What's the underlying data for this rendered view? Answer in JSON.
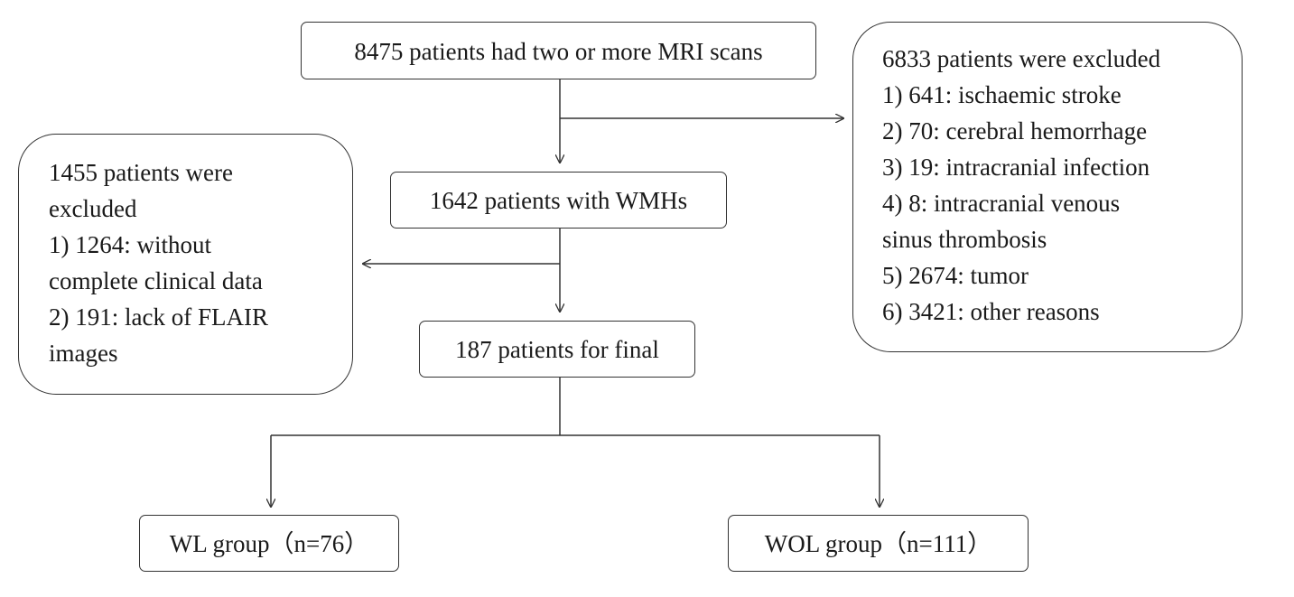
{
  "flowchart": {
    "start": "8475 patients had two or more MRI scans",
    "wmh": "1642 patients with WMHs",
    "final": "187 patients for final",
    "wl_group": "WL group（n=76）",
    "wol_group": "WOL group（n=111）",
    "exclusion_first": {
      "heading": "6833 patients were excluded",
      "items": [
        "1) 641: ischaemic stroke",
        "2) 70: cerebral hemorrhage",
        "3) 19: intracranial infection",
        [
          "4)",
          "8:",
          "intracranial",
          "venous"
        ],
        "sinus thrombosis",
        "5) 2674: tumor",
        "6) 3421: other reasons"
      ]
    },
    "exclusion_second": {
      "lines": [
        "1455 patients were",
        "excluded",
        "1) 1264: without",
        "complete clinical data",
        [
          "2)",
          "191:",
          "lack",
          "of",
          "FLAIR"
        ],
        "images"
      ]
    }
  }
}
